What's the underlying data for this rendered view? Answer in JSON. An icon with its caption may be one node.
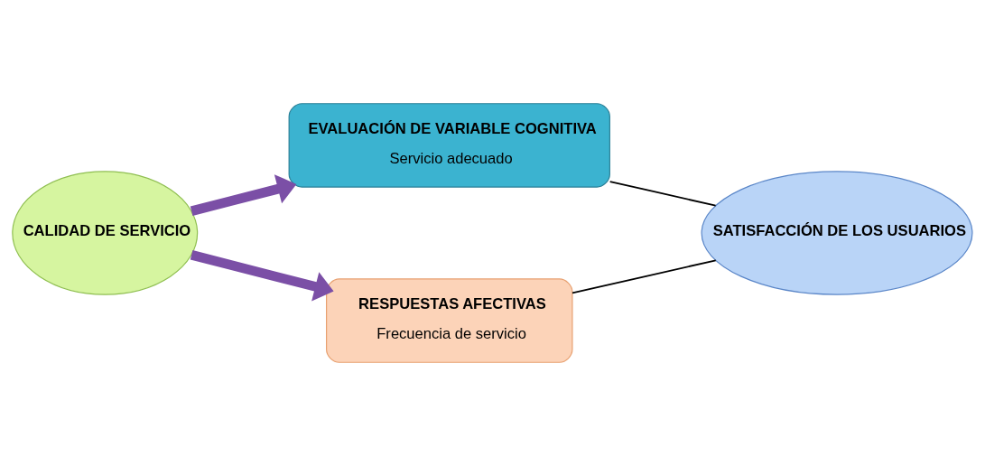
{
  "diagram": {
    "nodes": [
      {
        "text": [
          "CALIDAD DE SERVICIO"
        ]
      },
      {
        "text": [
          "EVALUACIÓN DE VARIABLE COGNITIVA",
          "Servicio adecuado"
        ]
      },
      {
        "text": [
          "RESPUESTAS AFECTIVAS",
          "Frecuencia de servicio"
        ]
      },
      {
        "text": [
          "SATISFACCIÓN DE LOS USUARIOS"
        ]
      }
    ],
    "edges": [
      {
        "from": 0,
        "to": 1,
        "arrow": "to",
        "style": "thick",
        "color": "#7b4fa6"
      },
      {
        "from": 0,
        "to": 2,
        "arrow": "to",
        "style": "thick",
        "color": "#7b4fa6"
      },
      {
        "from": 1,
        "to": 3,
        "arrow": "none",
        "color": "#000000"
      },
      {
        "from": 2,
        "to": 3,
        "arrow": "none",
        "color": "#000000"
      }
    ]
  }
}
